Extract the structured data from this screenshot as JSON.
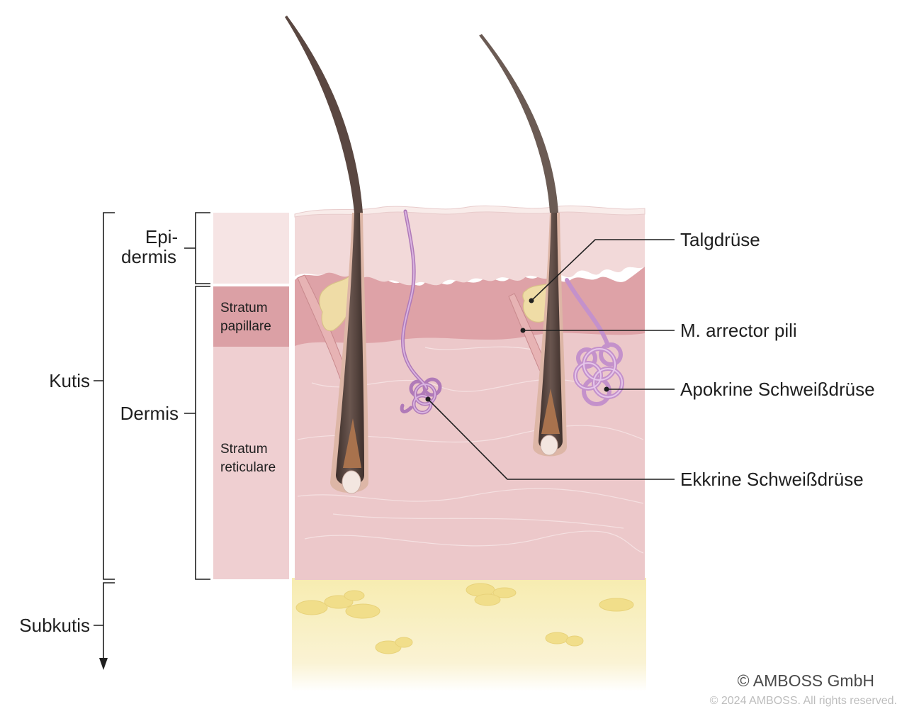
{
  "labels": {
    "epi_line1": "Epi-",
    "epi_line2": "dermis",
    "stratum_papillare_line1": "Stratum",
    "stratum_papillare_line2": "papillare",
    "dermis": "Dermis",
    "stratum_reticulare_line1": "Stratum",
    "stratum_reticulare_line2": "reticulare",
    "kutis": "Kutis",
    "subkutis": "Subkutis",
    "talgdruese": "Talgdrüse",
    "arrector": "M. arrector pili",
    "apokrine": "Apokrine Schweißdrüse",
    "ekkrine": "Ekkrine Schweißdrüse"
  },
  "footer": {
    "brand": "© AMBOSS GmbH",
    "rights": "© 2024 AMBOSS. All rights reserved."
  },
  "colors": {
    "epidermis": "#f4dcdc",
    "papillary": "#d89a9f",
    "reticular": "#ecc6c8",
    "subcutis": "#f7ecb0",
    "hair": "#5a4741",
    "gland": "#b07ab8",
    "sebaceous": "#efdca6"
  }
}
